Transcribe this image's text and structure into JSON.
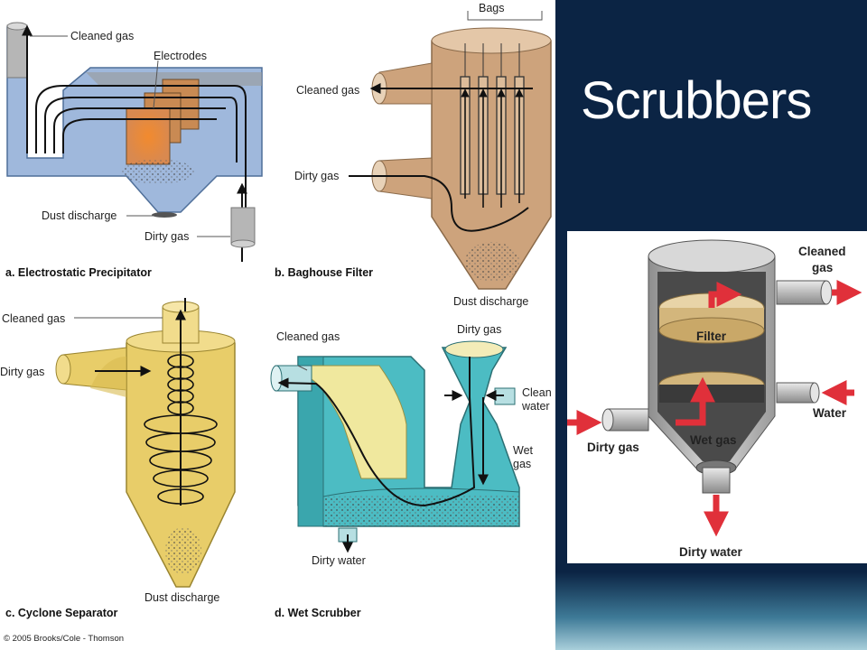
{
  "slide": {
    "title": "Scrubbers"
  },
  "figure": {
    "copyright": "© 2005 Brooks/Cole - Thomson",
    "panels": {
      "a": {
        "caption": "a. Electrostatic Precipitator",
        "labels": [
          "Cleaned gas",
          "Electrodes",
          "Dust discharge",
          "Dirty gas"
        ]
      },
      "b": {
        "caption": "b. Baghouse Filter",
        "labels": [
          "Bags",
          "Cleaned gas",
          "Dirty gas",
          "Dust discharge"
        ]
      },
      "c": {
        "caption": "c. Cyclone Separator",
        "labels": [
          "Cleaned gas",
          "Dirty gas",
          "Dust discharge"
        ]
      },
      "d": {
        "caption": "d. Wet Scrubber",
        "labels": [
          "Cleaned gas",
          "Dirty gas",
          "Clean",
          "water",
          "Wet",
          "gas",
          "Dirty water"
        ]
      }
    }
  },
  "inset": {
    "labels": [
      "Cleaned",
      "gas",
      "Filter",
      "Water",
      "Wet gas",
      "Dirty gas",
      "Dirty water"
    ]
  },
  "colors": {
    "slide_background": "#0b2444",
    "precipitator_fill": "#9fb8dc",
    "baghouse_fill": "#cda37c",
    "cyclone_fill": "#e8cd69",
    "scrubber_fill": "#4cbcc3",
    "flow_arrow": "#e0303a"
  }
}
